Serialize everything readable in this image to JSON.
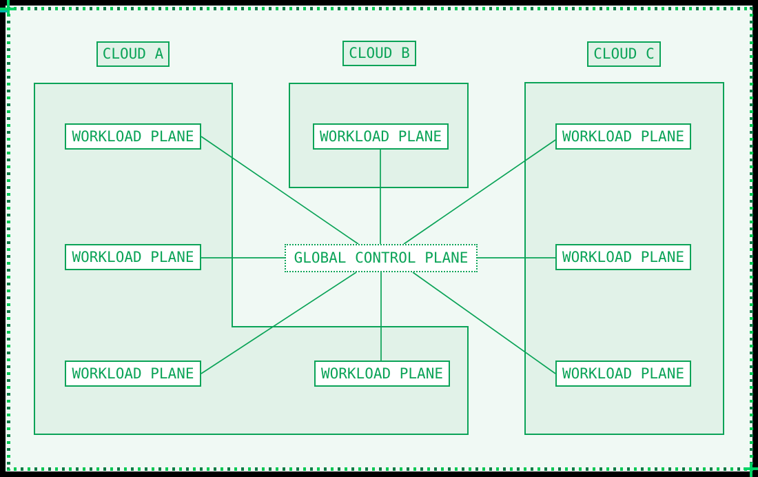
{
  "theme": {
    "background": "#000000",
    "canvas_bg": "#f0f9f4",
    "container_fill": "#e1f2e8",
    "stroke_green": "#0aa357",
    "text_green": "#0aa357",
    "box_fill": "#ffffff",
    "crosshair_green": "#00d465",
    "crosshair_teal": "#00b3ab",
    "dash_dark": "#0c7c45",
    "dash_bright": "#00c853"
  },
  "frame": {
    "border_style": "dashed",
    "corner_marks": [
      "top-left-crosshair",
      "bottom-right-crosshair"
    ]
  },
  "diagram": {
    "clouds": [
      {
        "id": "cloud-a",
        "label": "CLOUD A"
      },
      {
        "id": "cloud-b",
        "label": "CLOUD B"
      },
      {
        "id": "cloud-c",
        "label": "CLOUD C"
      }
    ],
    "control_plane": {
      "id": "global-control-plane",
      "label": "GLOBAL CONTROL PLANE"
    },
    "workload_planes": [
      {
        "id": "cloud-a-workload-top",
        "cloud": "cloud-a",
        "label": "WORKLOAD PLANE"
      },
      {
        "id": "cloud-a-workload-middle",
        "cloud": "cloud-a",
        "label": "WORKLOAD PLANE"
      },
      {
        "id": "cloud-a-workload-bottom",
        "cloud": "cloud-a",
        "label": "WORKLOAD PLANE"
      },
      {
        "id": "cloud-b-workload-top",
        "cloud": "cloud-b",
        "label": "WORKLOAD PLANE"
      },
      {
        "id": "cloud-b-workload-bottom",
        "cloud": "cloud-b",
        "label": "WORKLOAD PLANE"
      },
      {
        "id": "cloud-c-workload-top",
        "cloud": "cloud-c",
        "label": "WORKLOAD PLANE"
      },
      {
        "id": "cloud-c-workload-middle",
        "cloud": "cloud-c",
        "label": "WORKLOAD PLANE"
      },
      {
        "id": "cloud-c-workload-bottom",
        "cloud": "cloud-c",
        "label": "WORKLOAD PLANE"
      }
    ],
    "connections": [
      {
        "from": "global-control-plane",
        "to": "cloud-a-workload-top"
      },
      {
        "from": "global-control-plane",
        "to": "cloud-a-workload-middle"
      },
      {
        "from": "global-control-plane",
        "to": "cloud-a-workload-bottom"
      },
      {
        "from": "global-control-plane",
        "to": "cloud-b-workload-top"
      },
      {
        "from": "global-control-plane",
        "to": "cloud-b-workload-bottom"
      },
      {
        "from": "global-control-plane",
        "to": "cloud-c-workload-top"
      },
      {
        "from": "global-control-plane",
        "to": "cloud-c-workload-middle"
      },
      {
        "from": "global-control-plane",
        "to": "cloud-c-workload-bottom"
      }
    ]
  }
}
